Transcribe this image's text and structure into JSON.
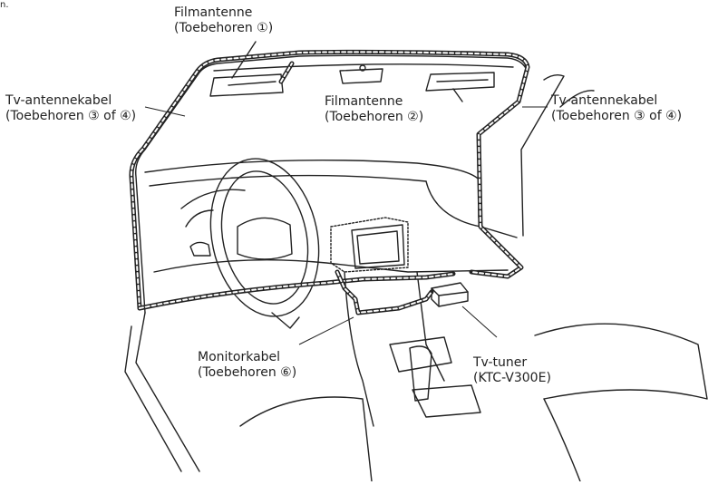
{
  "page_marker": "n.",
  "labels": {
    "film_antenna_1": {
      "line1": "Filmantenne",
      "line2": "(Toebehoren ①)"
    },
    "film_antenna_2": {
      "line1": "Filmantenne",
      "line2": "(Toebehoren ②)"
    },
    "tv_antenna_left": {
      "line1": "Tv-antennekabel",
      "line2": "(Toebehoren ③ of ④)"
    },
    "tv_antenna_right": {
      "line1": "Tv-antennekabel",
      "line2": "(Toebehoren ③ of ④)"
    },
    "monitor_cable": {
      "line1": "Monitorkabel",
      "line2": "(Toebehoren ⑥)"
    },
    "tv_tuner": {
      "line1": "Tv-tuner",
      "line2": "(KTC-V300E)"
    }
  },
  "colors": {
    "line": "#222222",
    "cable_fill": "#ffffff"
  }
}
